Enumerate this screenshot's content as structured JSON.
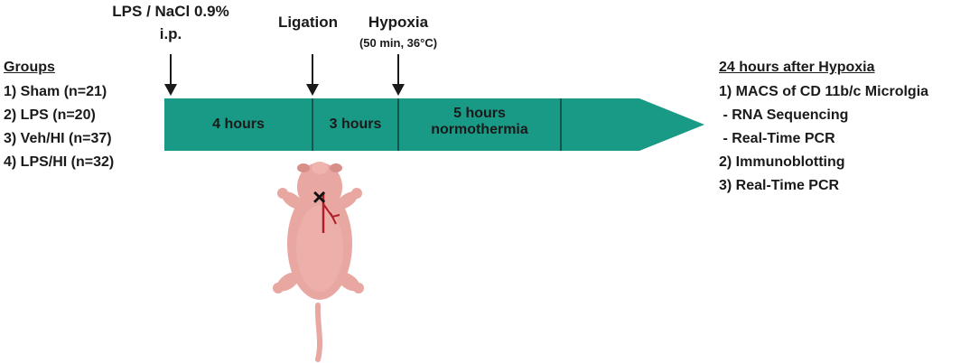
{
  "timeline": {
    "color": "#199a87",
    "events": [
      {
        "id": "lps",
        "label_line1": "LPS / NaCl 0.9%",
        "label_line2": "i.p."
      },
      {
        "id": "ligation",
        "label": "Ligation"
      },
      {
        "id": "hypoxia",
        "label": "Hypoxia",
        "sublabel": "(50 min, 36°C)"
      }
    ],
    "segments": [
      {
        "label": "4 hours"
      },
      {
        "label": "3 hours"
      },
      {
        "label_line1": "5 hours",
        "label_line2": "normothermia"
      }
    ]
  },
  "groups": {
    "heading": "Groups",
    "items": [
      "1) Sham (n=21)",
      "2) LPS (n=20)",
      "3) Veh/HI (n=37)",
      "4) LPS/HI (n=32)"
    ]
  },
  "after": {
    "heading": "24 hours after Hypoxia",
    "items": [
      "1) MACS of CD 11b/c Microlgia",
      " - RNA Sequencing",
      " - Real-Time PCR",
      "2) Immunoblotting",
      "3) Real-Time PCR"
    ]
  },
  "illustration": {
    "icon": "rat-pup-icon",
    "mark": "×",
    "body_color": "#e8a7a1",
    "vessel_color": "#b01e2a"
  }
}
